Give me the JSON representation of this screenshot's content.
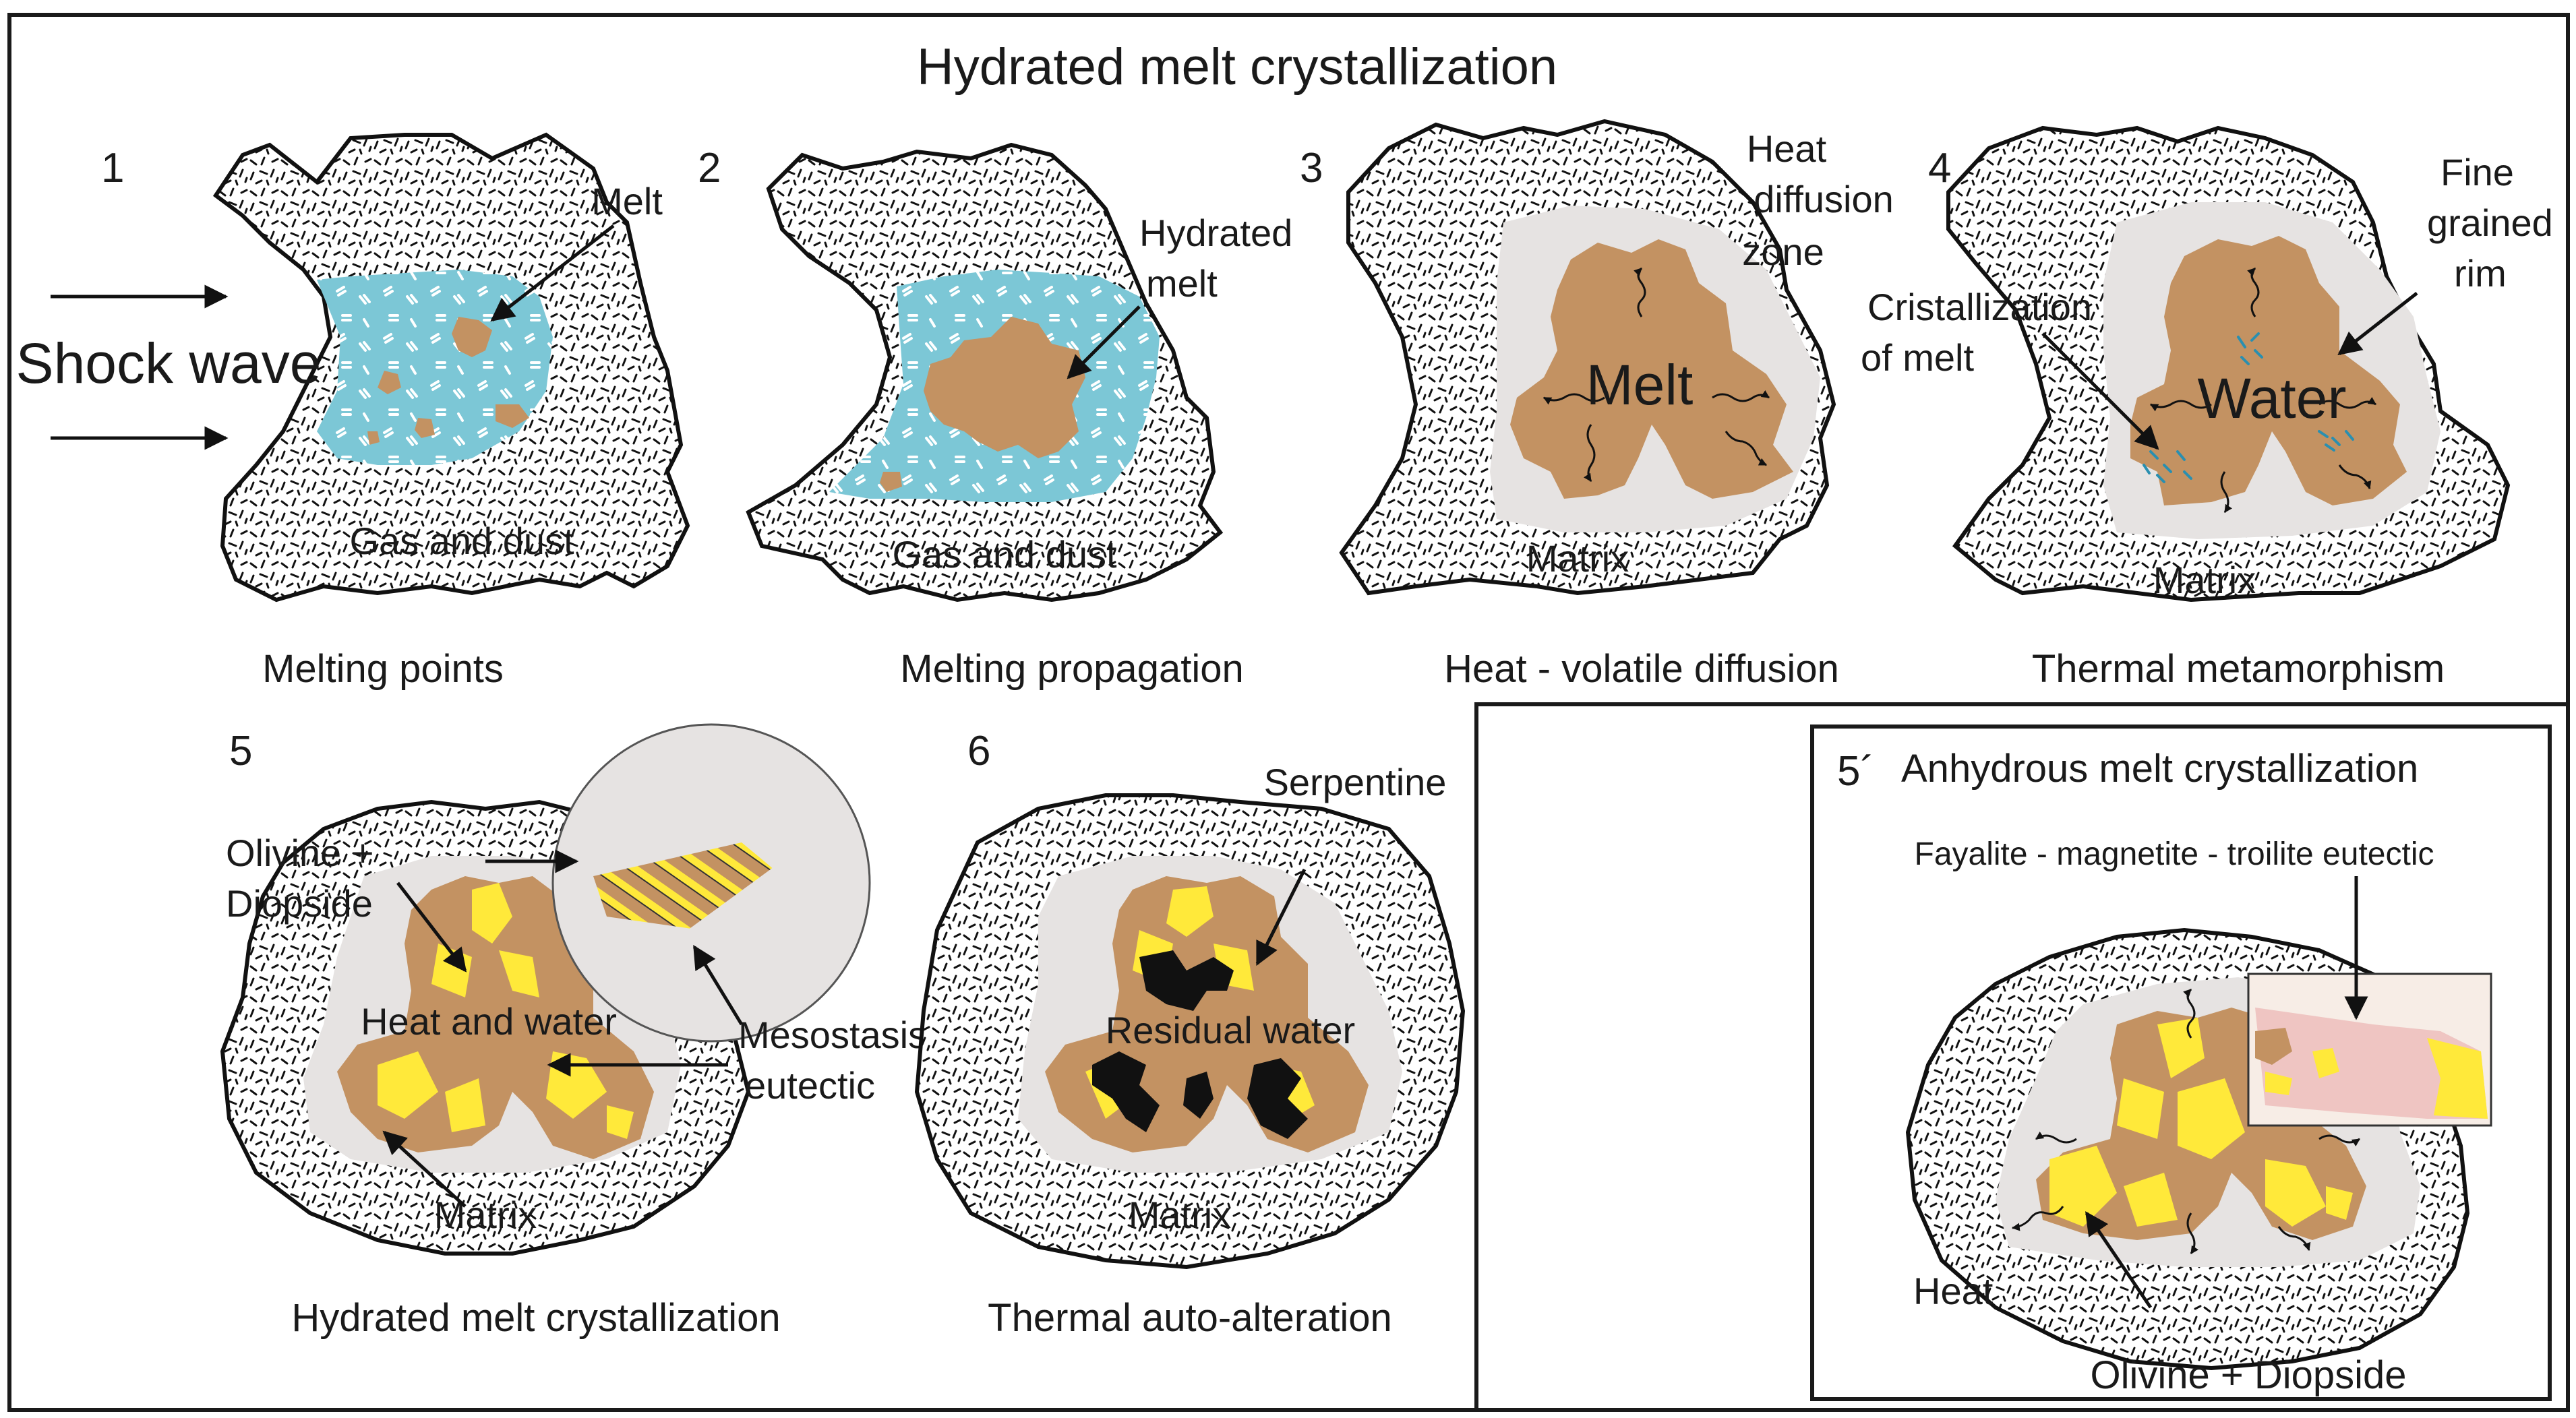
{
  "title": "Hydrated melt crystallization",
  "colors": {
    "background": "#ffffff",
    "outline": "#1a1a1a",
    "gas_dust": "#7cc7d6",
    "melt": "#c39262",
    "halo": "#e6e3e2",
    "crystal": "#ffe93a",
    "serpentine": "#111111",
    "water_marks": "#2a8fb0",
    "eutectic_pink": "#efc5c2"
  },
  "panels": [
    {
      "number": "1",
      "caption": "Melting points",
      "labels": {
        "shock_wave": "Shock wave",
        "melt": "Melt",
        "gas_dust": "Gas and dust"
      }
    },
    {
      "number": "2",
      "caption": "Melting propagation",
      "labels": {
        "hydrated_melt": "Hydrated melt",
        "gas_dust": "Gas and dust"
      }
    },
    {
      "number": "3",
      "caption": "Heat - volatile diffusion",
      "labels": {
        "heat_zone": "Heat diffusion zone",
        "melt": "Melt",
        "matrix": "Matrix"
      }
    },
    {
      "number": "4",
      "caption": "Thermal metamorphism",
      "labels": {
        "fine_rim": "Fine grained rim",
        "cristallization": "Cristallization of melt",
        "water": "Water",
        "matrix": "Matrix"
      }
    },
    {
      "number": "5",
      "caption": "Hydrated melt crystallization",
      "labels": {
        "olivine_diopside": "Olivine + Diopside",
        "heat_water": "Heat and water",
        "mesostasis": "Mesostasis eutectic",
        "matrix": "Matrix"
      }
    },
    {
      "number": "6",
      "caption": "Thermal auto-alteration",
      "labels": {
        "serpentine": "Serpentine",
        "residual_water": "Residual water",
        "matrix": "Matrix"
      }
    },
    {
      "number": "5´",
      "caption": "Anhydrous melt crystallization",
      "labels": {
        "eutectic": "Fayalite - magnetite - troilite eutectic",
        "heat": "Heat",
        "olivine_diopside": "Olivine + Diopside"
      }
    }
  ]
}
